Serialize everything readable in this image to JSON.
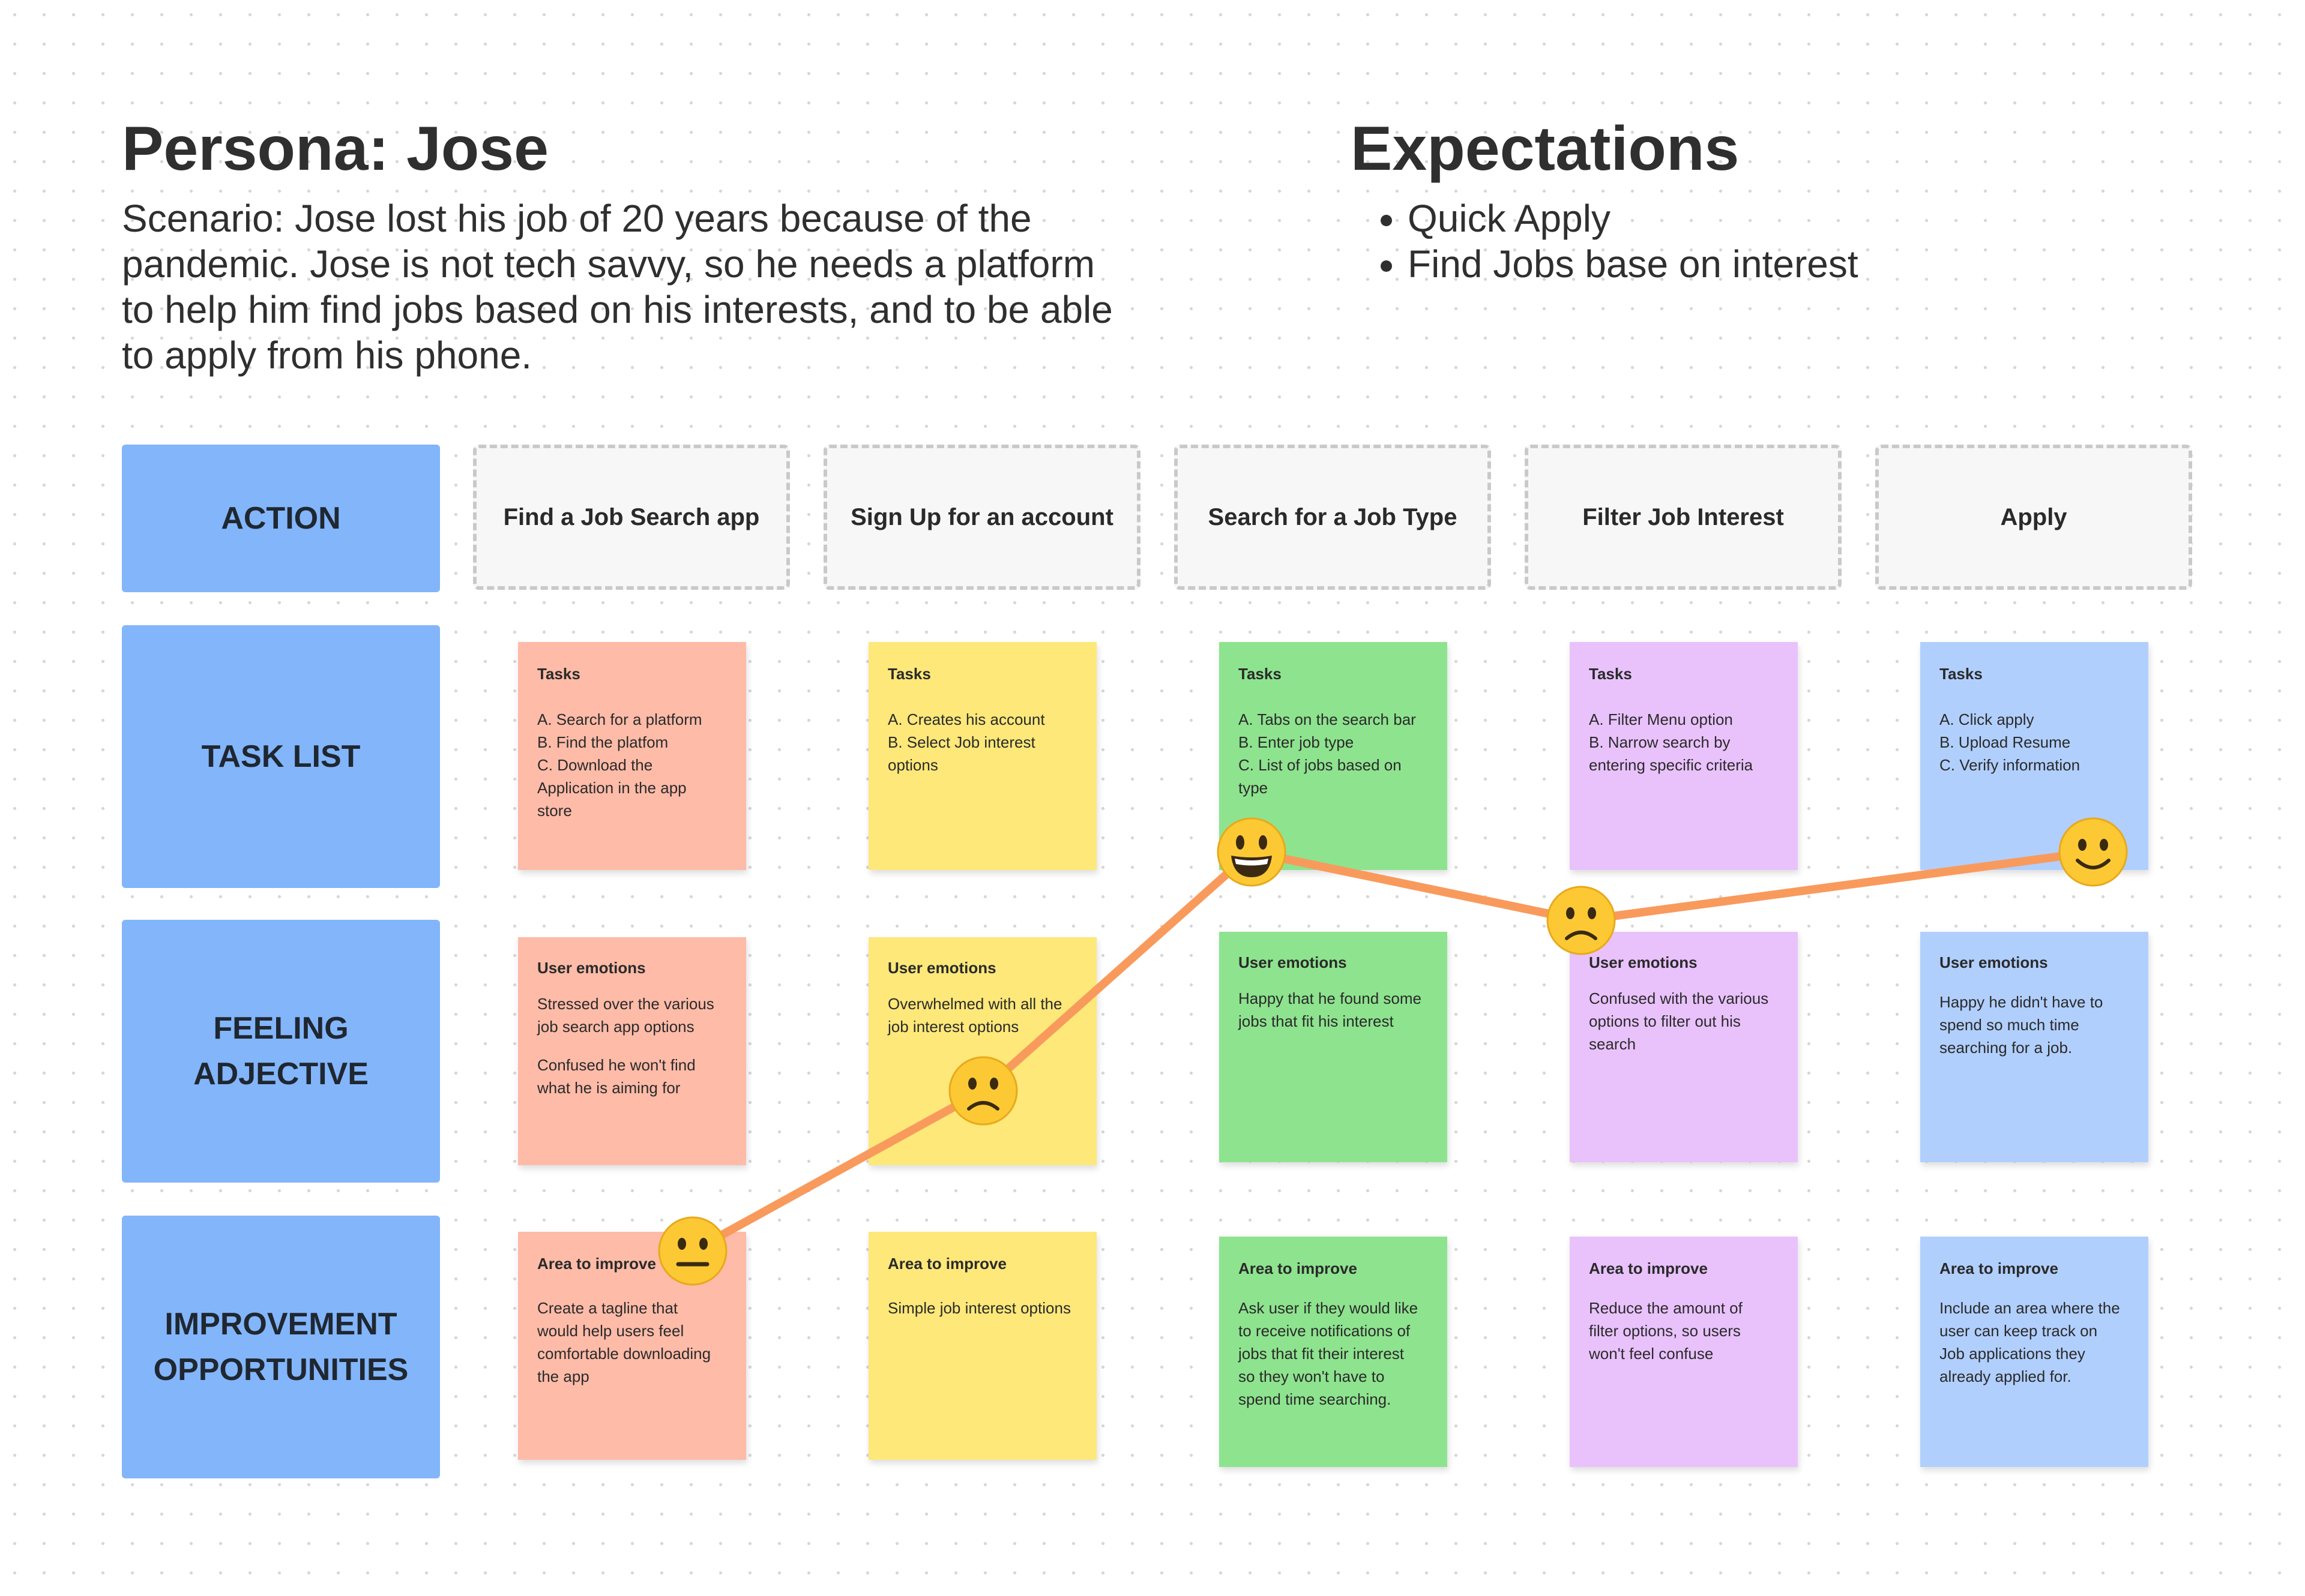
{
  "persona": {
    "title": "Persona: Jose",
    "scenario_lines": [
      "Scenario: Jose lost his job of 20 years because of the",
      "pandemic. Jose is not tech savvy, so he needs a platform",
      "to help him find jobs based on his interests, and to be able",
      "to apply from his phone."
    ]
  },
  "expectations": {
    "title": "Expectations",
    "items": [
      "Quick Apply",
      "Find Jobs base on interest"
    ]
  },
  "rows": {
    "action": "ACTION",
    "task_list": "TASK LIST",
    "feeling": "FEELING\nADJECTIVE",
    "improvement": "IMPROVEMENT\nOPPORTUNITIES"
  },
  "colors": {
    "row_label": "#83b5fb",
    "journey_line": "#f99a5d",
    "emoji_face": "#fcc934",
    "notes": [
      "#fdbba8",
      "#fde879",
      "#8ee38f",
      "#e9c2fc",
      "#b1cffd"
    ]
  },
  "stages": [
    {
      "action": "Find a Job Search app",
      "tasks": {
        "title": "Tasks",
        "lines": [
          "A. Search for a platform",
          "B. Find the platfom",
          "C. Download the",
          "Application in the app",
          "store"
        ]
      },
      "emotions": {
        "title": "User emotions",
        "groups": [
          [
            "Stressed over the various",
            "job search app options"
          ],
          [
            "Confused he won't find",
            "what he is aiming for"
          ]
        ]
      },
      "improve": {
        "title": "Area to improve",
        "lines": [
          "Create a tagline that",
          "would help users feel",
          "comfortable downloading",
          "the app"
        ]
      }
    },
    {
      "action": "Sign Up for an account",
      "tasks": {
        "title": "Tasks",
        "lines": [
          "A. Creates his account",
          "B. Select Job interest",
          "options"
        ]
      },
      "emotions": {
        "title": "User emotions",
        "groups": [
          [
            "Overwhelmed with all the",
            "job interest options"
          ]
        ]
      },
      "improve": {
        "title": "Area to improve",
        "lines": [
          "Simple job interest options"
        ]
      }
    },
    {
      "action": "Search for a Job Type",
      "tasks": {
        "title": "Tasks",
        "lines": [
          "A. Tabs on the search bar",
          "B. Enter job type",
          "C. List of jobs based on",
          "type"
        ]
      },
      "emotions": {
        "title": "User emotions",
        "groups": [
          [
            "Happy that he found some",
            "jobs that fit his interest"
          ]
        ]
      },
      "improve": {
        "title": "Area to improve",
        "lines": [
          "Ask user if they would like",
          "to receive notifications of",
          "jobs that fit their interest",
          "so they won't have to",
          "spend time searching."
        ]
      }
    },
    {
      "action": "Filter Job Interest",
      "tasks": {
        "title": "Tasks",
        "lines": [
          "A. Filter Menu option",
          "B. Narrow search by",
          "entering specific criteria"
        ]
      },
      "emotions": {
        "title": "User emotions",
        "groups": [
          [
            "Confused with the various",
            "options to filter out his",
            "search"
          ]
        ]
      },
      "improve": {
        "title": "Area to improve",
        "lines": [
          "Reduce the amount of",
          "filter options, so users",
          "won't feel confuse"
        ]
      }
    },
    {
      "action": "Apply",
      "tasks": {
        "title": "Tasks",
        "lines": [
          "A. Click apply",
          "B. Upload Resume",
          "C. Verify information"
        ]
      },
      "emotions": {
        "title": "User emotions",
        "groups": [
          [
            "Happy he didn't have to",
            "spend so much time",
            "searching for a job."
          ]
        ]
      },
      "improve": {
        "title": "Area to improve",
        "lines": [
          "Include an area where the",
          "user can keep track on",
          "Job applications they",
          "already applied for."
        ]
      }
    }
  ],
  "journey": [
    {
      "stage": 1,
      "mood": "neutral"
    },
    {
      "stage": 2,
      "mood": "sad"
    },
    {
      "stage": 3,
      "mood": "very-happy"
    },
    {
      "stage": 4,
      "mood": "sad"
    },
    {
      "stage": 5,
      "mood": "happy"
    }
  ]
}
